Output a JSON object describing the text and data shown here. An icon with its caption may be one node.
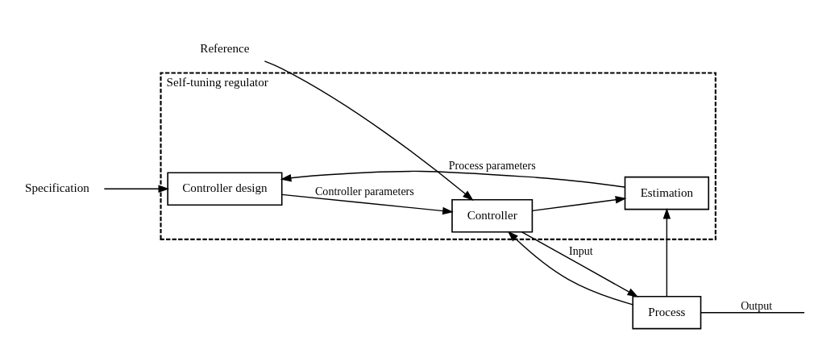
{
  "diagram": {
    "nodes": [
      {
        "text": [
          "Self-tuning regulator"
        ]
      },
      {
        "text": [
          "Controller design"
        ],
        "in": 0
      },
      {
        "text": [
          "Estimation"
        ],
        "in": 0
      },
      {
        "text": [
          "Controller"
        ],
        "in": 0
      },
      {
        "text": [
          "Process"
        ]
      },
      {
        "text": [
          "Specification"
        ]
      },
      {
        "text": [
          "Reference"
        ]
      }
    ],
    "edges": [
      {
        "from": 5,
        "to": 1,
        "arrow": "to"
      },
      {
        "from": 2,
        "to": 1,
        "arrow": "to",
        "label": "Process parameters"
      },
      {
        "from": 1,
        "to": 3,
        "arrow": "to",
        "label": "Controller parameters"
      },
      {
        "from": 6,
        "to": 3,
        "arrow": "to"
      },
      {
        "from": 3,
        "to": 4,
        "arrow": "to",
        "label": "Input"
      },
      {
        "from": 3,
        "to": 2,
        "arrow": "to"
      },
      {
        "from": 4,
        "to": 2,
        "arrow": "to"
      },
      {
        "from": 4,
        "to": 3,
        "arrow": "to"
      },
      {
        "from": 4,
        "to": null,
        "arrow": "none",
        "label": "Output"
      }
    ]
  }
}
